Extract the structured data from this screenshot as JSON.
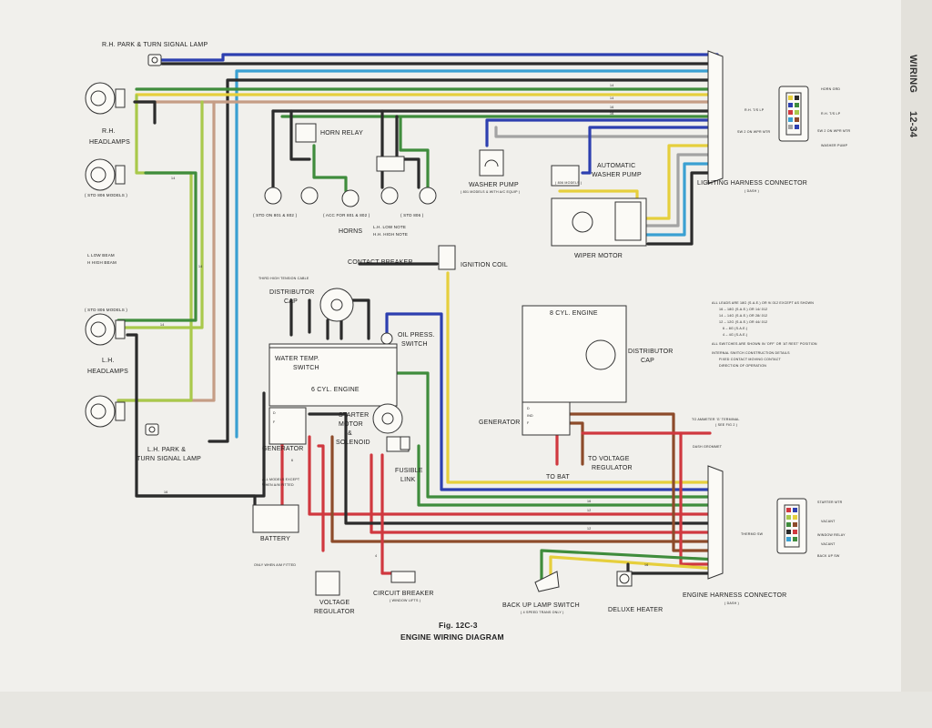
{
  "page_header": {
    "section": "WIRING",
    "page": "12-34"
  },
  "figure": {
    "number": "Fig. 12C-3",
    "title": "ENGINE WIRING DIAGRAM"
  },
  "components": {
    "rh_park": "R.H. PARK & TURN SIGNAL LAMP",
    "rh_head_1": "R.H.",
    "rh_head_2": "HEADLAMPS",
    "std_bo_models_1": "( STD 806 MODELS )",
    "std_bo_models_2": "( STD 806 MODELS )",
    "low_beam": "L   LOW BEAM",
    "high_beam": "H   HIGH BEAM",
    "lh_head_1": "L.H.",
    "lh_head_2": "HEADLAMPS",
    "lh_park_1": "L.H. PARK &",
    "lh_park_2": "TURN SIGNAL LAMP",
    "horn_relay": "HORN RELAY",
    "horns": "HORNS",
    "horn_std": "( STD ON 801 & 802 )",
    "horn_acc": "( ACC FOR 801 & 802 )",
    "horn_std806": "( STD 806 )",
    "horn_low": "L.H.   LOW NOTE",
    "horn_high": "H.H.   HIGH NOTE",
    "washer_pump": "WASHER PUMP",
    "washer_pump_note": "( 801 MODELS & WITH A/C EQUIP )",
    "auto_washer_1": "AUTOMATIC",
    "auto_washer_2": "WASHER PUMP",
    "auto_washer_note": "( 806 MODELS )",
    "wiper_motor": "WIPER MOTOR",
    "lighting_conn": "LIGHTING HARNESS CONNECTOR",
    "lighting_conn_note": "( DASH )",
    "contact_breaker": "CONTACT BREAKER",
    "ignition_coil": "IGNITION COIL",
    "third_cable": "THIRD HIGH TENSION CABLE",
    "dist_cap_1": "DISTRIBUTOR",
    "dist_cap_2": "CAP",
    "oil_press_1": "OIL PRESS.",
    "oil_press_2": "SWITCH",
    "water_temp_1": "WATER TEMP.",
    "water_temp_2": "SWITCH",
    "six_cyl": "6 CYL. ENGINE",
    "eight_cyl": "8 CYL. ENGINE",
    "dist2_1": "DISTRIBUTOR",
    "dist2_2": "CAP",
    "generator_left": "GENERATOR",
    "generator_right": "GENERATOR",
    "starter_1": "STARTER",
    "starter_2": "MOTOR",
    "starter_3": "&",
    "starter_4": "SOLENOID",
    "fusible_1": "FUSIBLE",
    "fusible_2": "LINK",
    "battery": "BATTERY",
    "models_except_1": "ALL MODELS EXCEPT",
    "models_except_2": "WHEN A/M FITTED",
    "only_am": "ONLY WHEN A/M FITTED",
    "voltage_reg_1": "VOLTAGE",
    "voltage_reg_2": "REGULATOR",
    "circuit_breaker": "CIRCUIT BREAKER",
    "circuit_breaker_note": "( WINDOW LIFTS )",
    "to_voltage_1": "TO VOLTAGE",
    "to_voltage_2": "REGULATOR",
    "to_bat": "TO BAT",
    "to_ammeter": "TO AMMETER  'G' TERMINAL",
    "to_ammeter_note": "( SEE FIG 2 )",
    "dash_grommet": "DASH GROMMET",
    "backup_switch": "BACK UP LAMP SWITCH",
    "backup_note": "( 4 SPEED TRANS ONLY )",
    "deluxe_heater": "DELUXE HEATER",
    "engine_conn": "ENGINE HARNESS CONNECTOR",
    "engine_conn_note": "( DASH )"
  },
  "terminal_labels": {
    "d": "D",
    "f": "F",
    "b": "B",
    "ind": "IND",
    "sw": "SW"
  },
  "lighting_connector_pins": [
    "HORN GRD",
    "R.H. T/S LP",
    "R.H. T/S LP",
    "SW 2 ON WPR MTR",
    "SW 2 ON WPR MTR",
    "WASHER PUMP"
  ],
  "engine_connector_pins": [
    "STARTER MTR",
    "VACANT",
    "WINDOW RELAY",
    "VACANT",
    "BACK UP SW",
    "THERMO SW"
  ],
  "notes": [
    "ALL LEADS ARE 18G (S.A.E.) OR 9/.012 EXCEPT AS SHOWN",
    "16 – 18G (S.A.E.) OR 14/.012",
    "14 – 14G (S.A.E.) OR 28/.012",
    "12 – 12G (S.A.E.) OR 44/.012",
    "6 – 8G (S.A.E.)",
    "4 – 4G (S.A.E.)",
    "ALL SWITCHES ARE SHOWN IN 'OFF' OR 'AT REST' POSITION",
    "INTERNAL SWITCH CONSTRUCTION DETAILS",
    "FIXED CONTACT   MOVING CONTACT",
    "DIRECTION OF OPERATION"
  ],
  "wire_gauges": [
    "14",
    "14",
    "16",
    "16",
    "14",
    "14",
    "14",
    "16",
    "12",
    "12",
    "16",
    "16",
    "6",
    "4"
  ],
  "colors": {
    "black": "#2b2b2b",
    "blue": "#2d3fb0",
    "green": "#3f8c3c",
    "yellow": "#e6cf3c",
    "light_green": "#a9c94b",
    "red": "#d0383f",
    "brown": "#8d4b2a",
    "grey": "#a3a3a3",
    "sky": "#3aa0d2",
    "tan": "#c59d85"
  }
}
